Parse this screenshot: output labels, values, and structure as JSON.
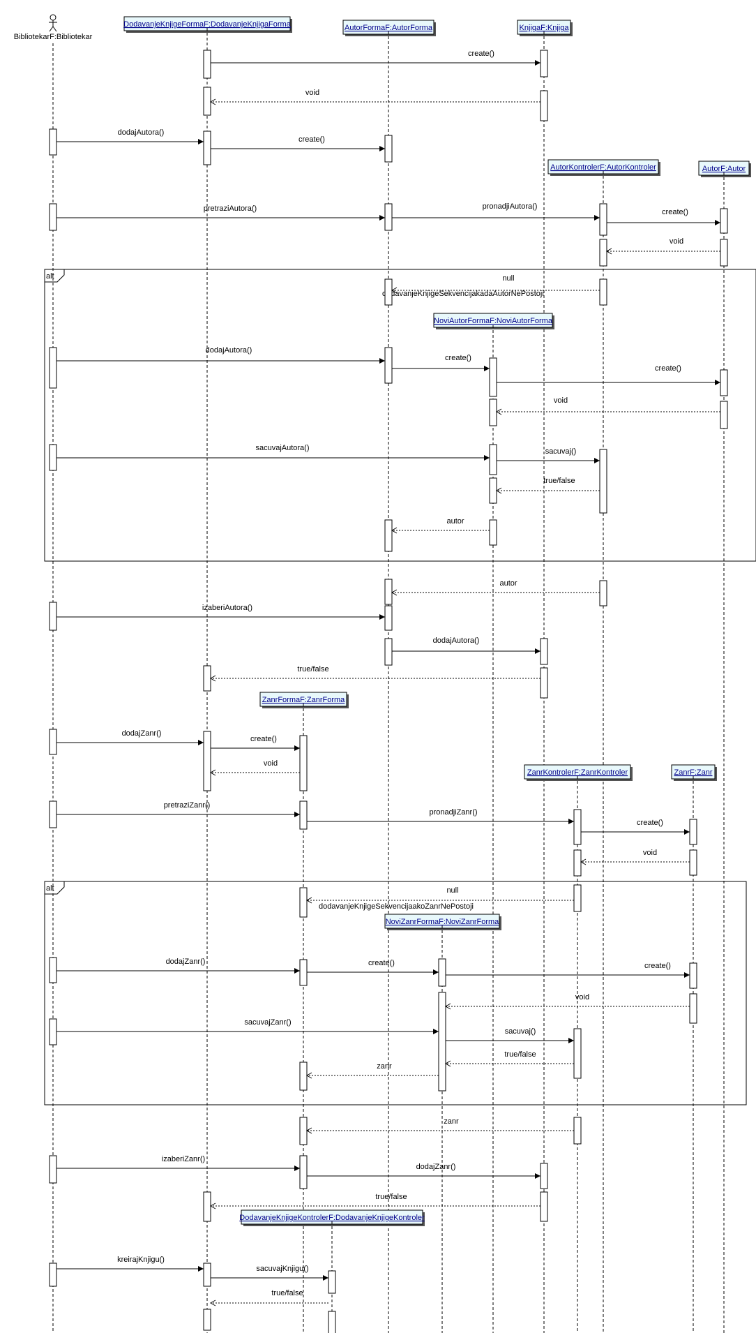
{
  "actor": {
    "label": "BibliotekarF:Bibliotekar"
  },
  "objects": [
    {
      "id": "dkf",
      "label": "DodavanjeKnjigeFormaF:DodavanjeKnjigaForma"
    },
    {
      "id": "af",
      "label": "AutorFormaF:AutorForma"
    },
    {
      "id": "k",
      "label": "KnjigaF:Knjiga"
    },
    {
      "id": "ak",
      "label": "AutorKontrolerF:AutorKontroler"
    },
    {
      "id": "a",
      "label": "AutorF:Autor"
    },
    {
      "id": "naf",
      "label": "NoviAutorFormaF:NoviAutorForma"
    },
    {
      "id": "zf",
      "label": "ZanrFormaF:ZanrForma"
    },
    {
      "id": "zk",
      "label": "ZanrKontrolerF:ZanrKontroler"
    },
    {
      "id": "z",
      "label": "ZanrF:Zanr"
    },
    {
      "id": "nzf",
      "label": "NoviZanrFormaF:NoviZanrForma"
    },
    {
      "id": "dkk",
      "label": "DodavanjeKnjigeKontrolerF:DodavanjeKnjigeKontroler"
    }
  ],
  "frames": [
    {
      "tag": "alt",
      "guard": "dodavanjeKnjigeSekvencijakadaAutorNePostoji"
    },
    {
      "tag": "alt",
      "guard": "dodavanjeKnjigeSekvencijaakoZanrNePostoji"
    }
  ],
  "messages": [
    {
      "label": "create()",
      "kind": "sync"
    },
    {
      "label": "void",
      "kind": "return"
    },
    {
      "label": "dodajAutora()",
      "kind": "sync"
    },
    {
      "label": "create()",
      "kind": "sync"
    },
    {
      "label": "pretraziAutora()",
      "kind": "sync"
    },
    {
      "label": "pronadjiAutora()",
      "kind": "sync"
    },
    {
      "label": "create()",
      "kind": "sync"
    },
    {
      "label": "void",
      "kind": "return"
    },
    {
      "label": "null",
      "kind": "return"
    },
    {
      "label": "dodajAutora()",
      "kind": "sync"
    },
    {
      "label": "create()",
      "kind": "sync"
    },
    {
      "label": "create()",
      "kind": "sync"
    },
    {
      "label": "void",
      "kind": "return"
    },
    {
      "label": "sacuvajAutora()",
      "kind": "sync"
    },
    {
      "label": "sacuvaj()",
      "kind": "sync"
    },
    {
      "label": "true/false",
      "kind": "return"
    },
    {
      "label": "autor",
      "kind": "return"
    },
    {
      "label": "autor",
      "kind": "return"
    },
    {
      "label": "izaberiAutora()",
      "kind": "sync"
    },
    {
      "label": "dodajAutora()",
      "kind": "sync"
    },
    {
      "label": "true/false",
      "kind": "return"
    },
    {
      "label": "dodajZanr()",
      "kind": "sync"
    },
    {
      "label": "create()",
      "kind": "sync"
    },
    {
      "label": "void",
      "kind": "return"
    },
    {
      "label": "pretraziZanr()",
      "kind": "sync"
    },
    {
      "label": "pronadjiZanr()",
      "kind": "sync"
    },
    {
      "label": "create()",
      "kind": "sync"
    },
    {
      "label": "void",
      "kind": "return"
    },
    {
      "label": "null",
      "kind": "return"
    },
    {
      "label": "dodajZanr()",
      "kind": "sync"
    },
    {
      "label": "create()",
      "kind": "sync"
    },
    {
      "label": "create()",
      "kind": "sync"
    },
    {
      "label": "void",
      "kind": "return"
    },
    {
      "label": "sacuvajZanr()",
      "kind": "sync"
    },
    {
      "label": "sacuvaj()",
      "kind": "sync"
    },
    {
      "label": "true/false",
      "kind": "return"
    },
    {
      "label": "zanr",
      "kind": "return"
    },
    {
      "label": "zanr",
      "kind": "return"
    },
    {
      "label": "izaberiZanr()",
      "kind": "sync"
    },
    {
      "label": "dodajZanr()",
      "kind": "sync"
    },
    {
      "label": "true/false",
      "kind": "return"
    },
    {
      "label": "kreirajKnjigu()",
      "kind": "sync"
    },
    {
      "label": "sacuvajKnjigu()",
      "kind": "sync"
    },
    {
      "label": "true/false",
      "kind": "return"
    }
  ]
}
